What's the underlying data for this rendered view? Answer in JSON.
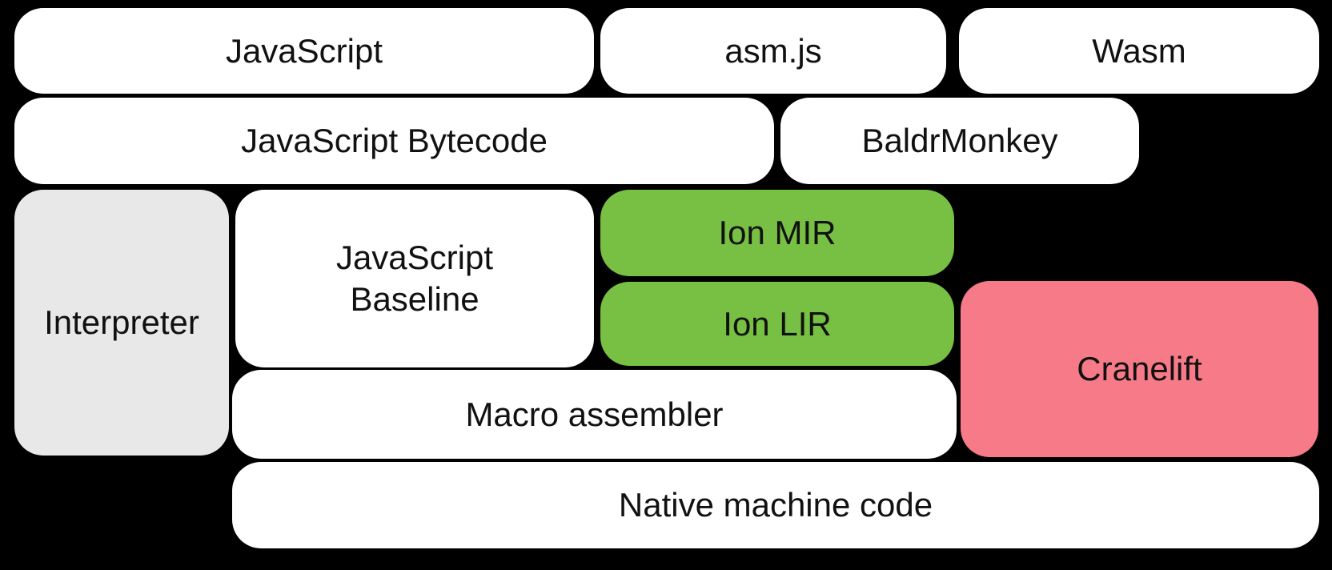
{
  "colors": {
    "background": "#000000",
    "box_white": "#ffffff",
    "box_gray": "#e8e8e8",
    "box_green": "#77c043",
    "box_pink": "#f67a87",
    "text": "#111111"
  },
  "nodes": [
    {
      "id": "javascript",
      "label": "JavaScript",
      "fill": "white"
    },
    {
      "id": "asmjs",
      "label": "asm.js",
      "fill": "white"
    },
    {
      "id": "wasm",
      "label": "Wasm",
      "fill": "white"
    },
    {
      "id": "javascript-bytecode",
      "label": "JavaScript Bytecode",
      "fill": "white"
    },
    {
      "id": "baldrmonkey",
      "label": "BaldrMonkey",
      "fill": "white"
    },
    {
      "id": "interpreter",
      "label": "Interpreter",
      "fill": "gray"
    },
    {
      "id": "javascript-baseline",
      "label": "JavaScript\nBaseline",
      "fill": "white"
    },
    {
      "id": "ion-mir",
      "label": "Ion MIR",
      "fill": "green"
    },
    {
      "id": "ion-lir",
      "label": "Ion LIR",
      "fill": "green"
    },
    {
      "id": "cranelift",
      "label": "Cranelift",
      "fill": "pink"
    },
    {
      "id": "macro-assembler",
      "label": "Macro assembler",
      "fill": "white"
    },
    {
      "id": "native-machine-code",
      "label": "Native machine code",
      "fill": "white"
    }
  ]
}
